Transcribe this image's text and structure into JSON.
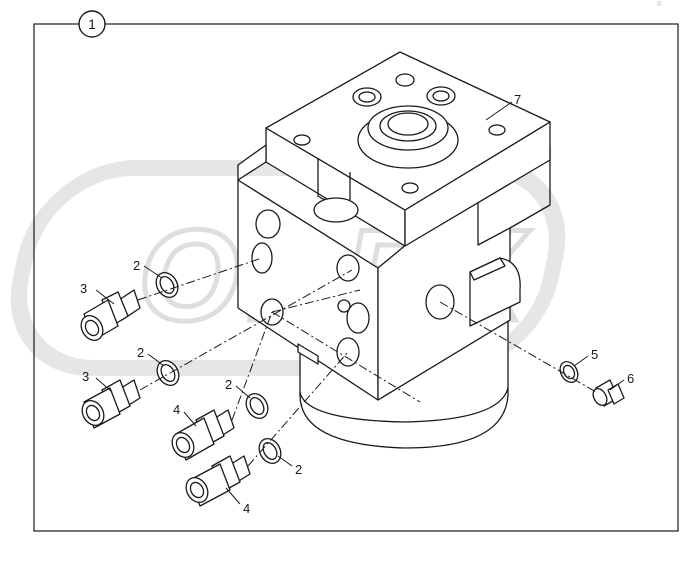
{
  "figure": {
    "view_number": "1",
    "corner_mark": "©",
    "watermark": "OPEX"
  },
  "callouts": [
    {
      "id": "c7",
      "label": "7"
    },
    {
      "id": "c2a",
      "label": "2"
    },
    {
      "id": "c3a",
      "label": "3"
    },
    {
      "id": "c2b",
      "label": "2"
    },
    {
      "id": "c3b",
      "label": "3"
    },
    {
      "id": "c2c",
      "label": "2"
    },
    {
      "id": "c4a",
      "label": "4"
    },
    {
      "id": "c2d",
      "label": "2"
    },
    {
      "id": "c4b",
      "label": "4"
    },
    {
      "id": "c5",
      "label": "5"
    },
    {
      "id": "c6",
      "label": "6"
    }
  ],
  "colors": {
    "line": "#1a1a1a",
    "watermark": "#e4e4e4",
    "background": "#ffffff"
  }
}
